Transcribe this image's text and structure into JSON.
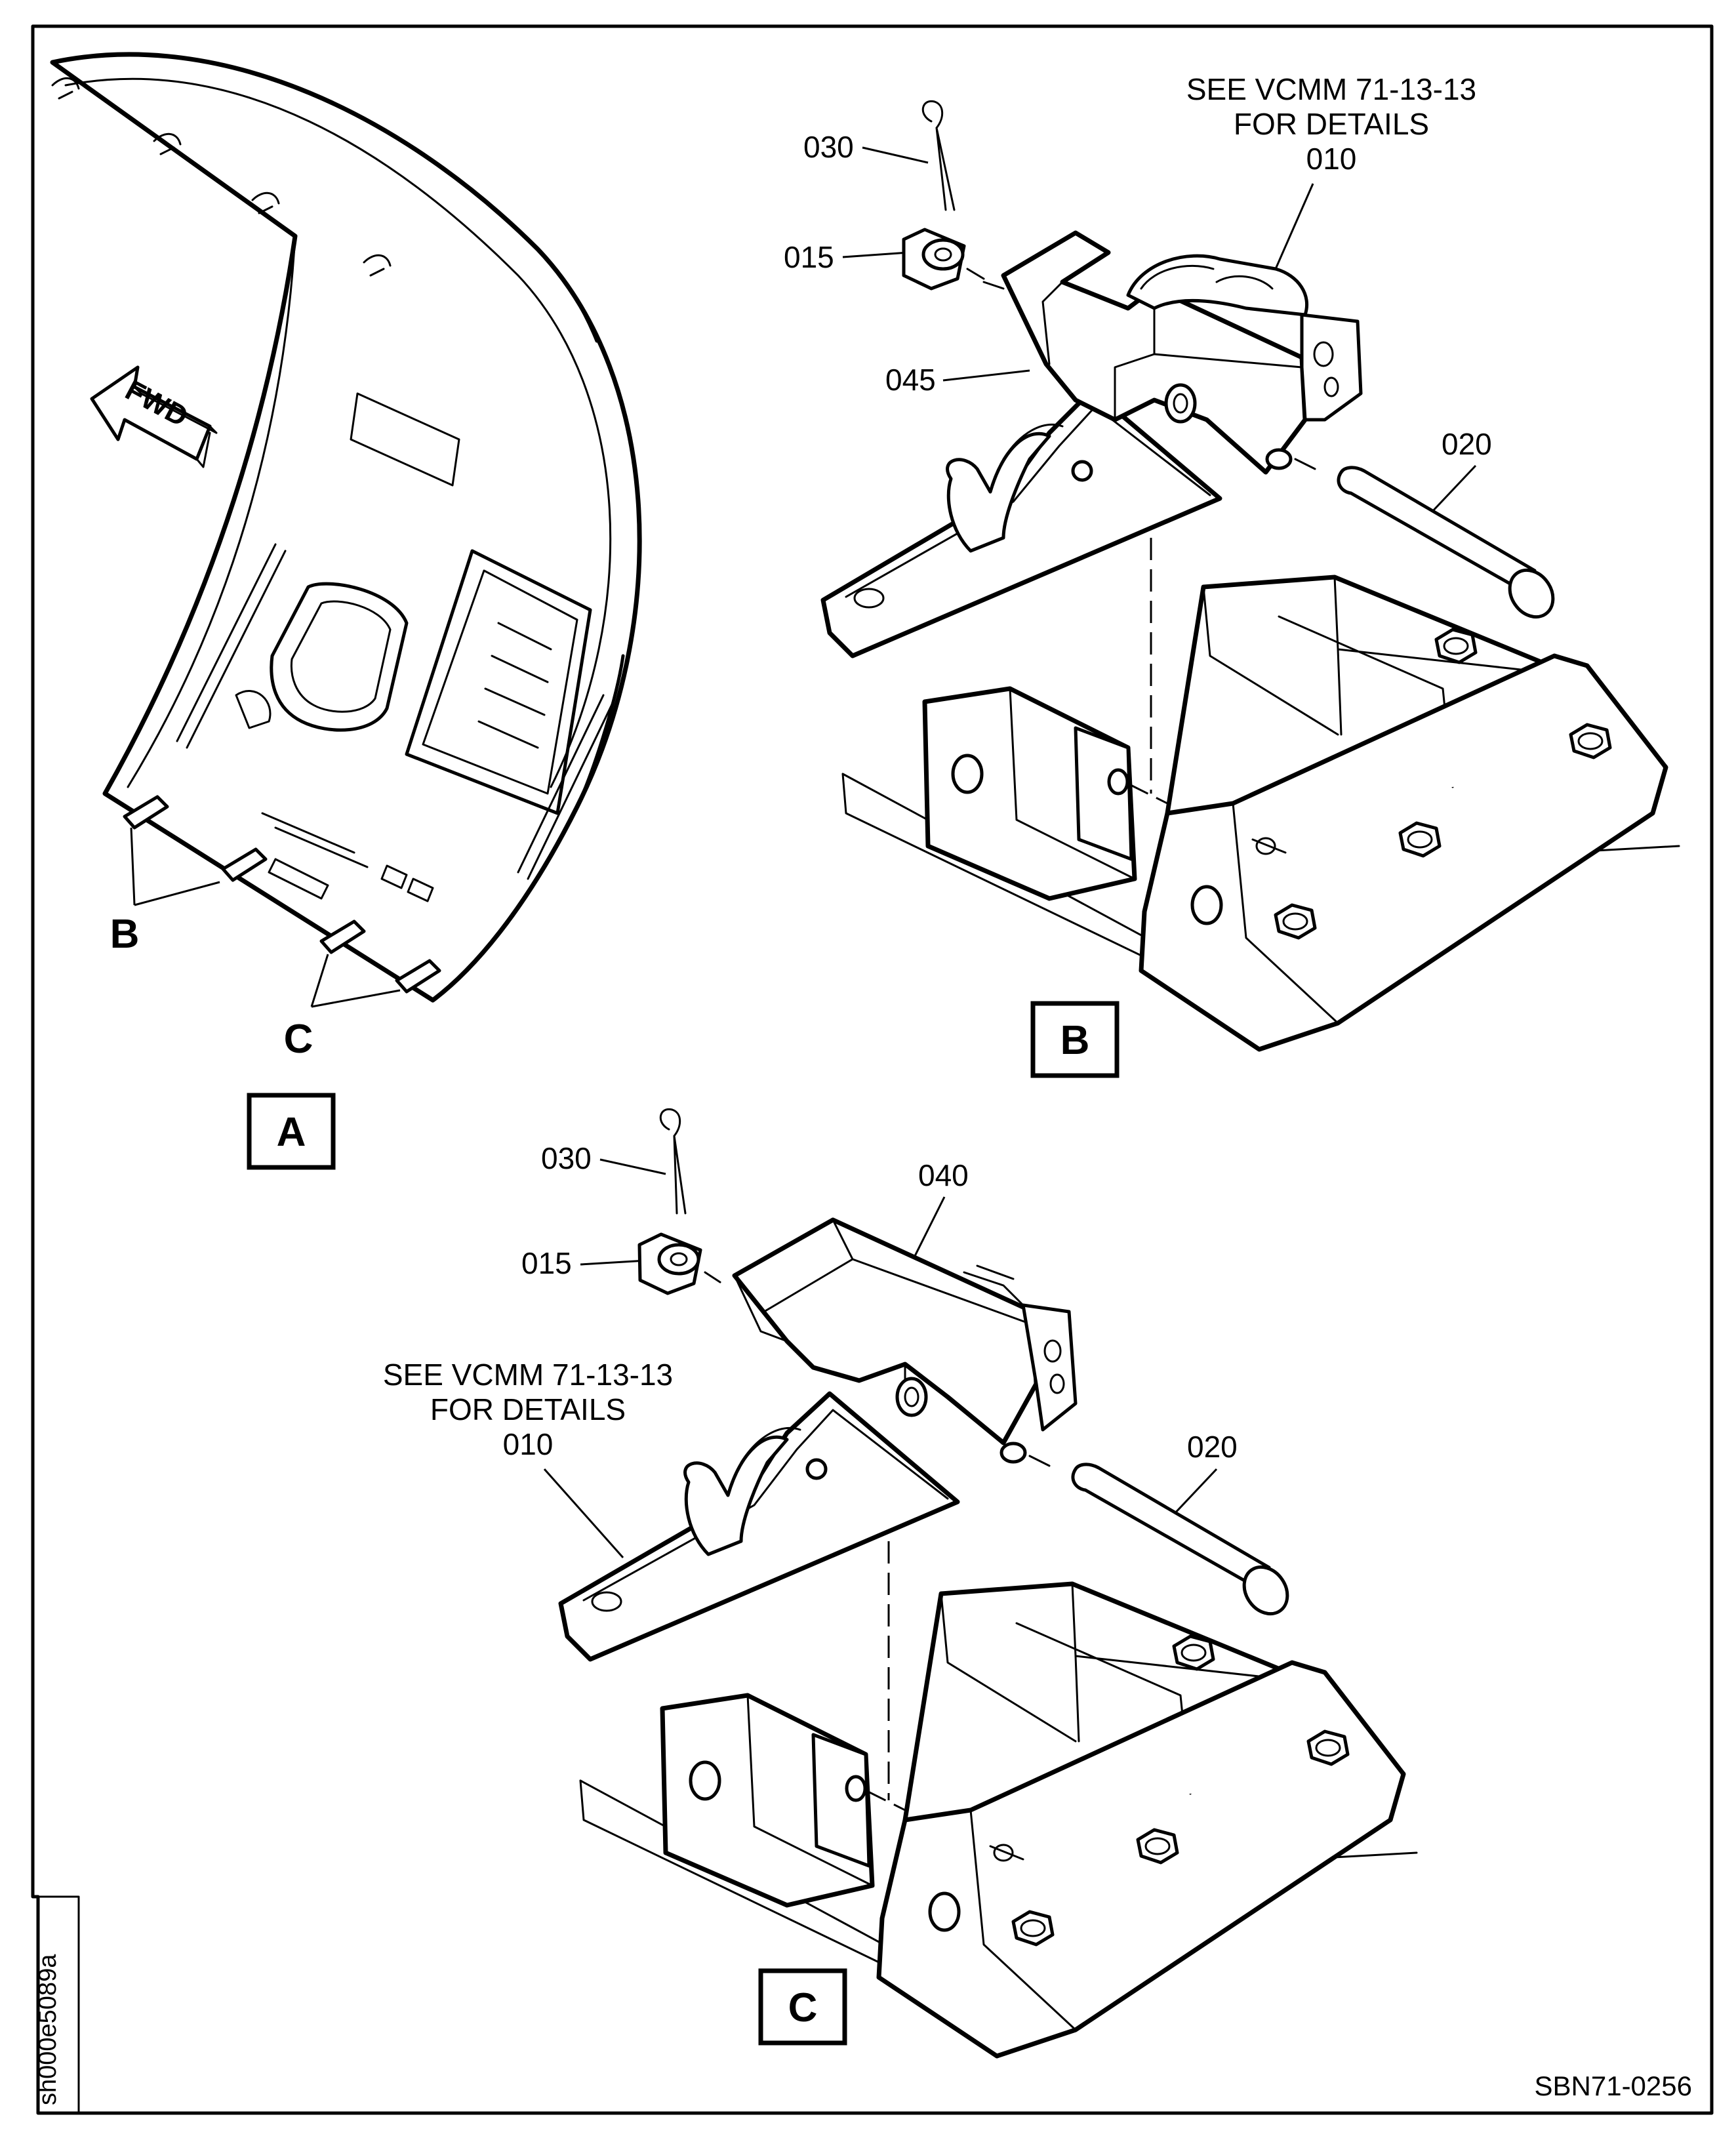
{
  "view_a": {
    "fwd_label": "FWD",
    "callout_b": "B",
    "callout_c": "C",
    "view_label": "A"
  },
  "view_b": {
    "note_line1": "SEE VCMM 71-13-13",
    "note_line2": "FOR DETAILS",
    "part_010": "010",
    "part_030": "030",
    "part_015": "015",
    "part_045": "045",
    "part_020": "020",
    "view_label": "B"
  },
  "view_c": {
    "note_line1": "SEE VCMM 71-13-13",
    "note_line2": "FOR DETAILS",
    "part_010": "010",
    "part_030": "030",
    "part_015": "015",
    "part_040": "040",
    "part_020": "020",
    "view_label": "C"
  },
  "footer": {
    "sheet_ref": "SBN71-0256",
    "drawing_id": "sh000e5089a"
  }
}
